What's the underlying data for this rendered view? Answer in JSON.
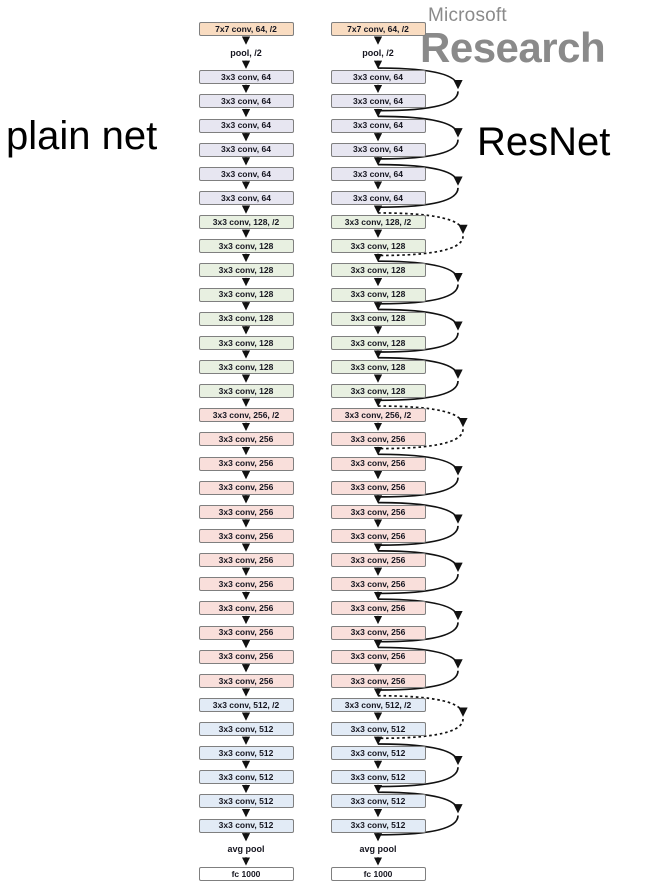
{
  "labels": {
    "plain": "plain net",
    "resnet": "ResNet"
  },
  "logo": {
    "top": "Microsoft",
    "bottom": "Research",
    "color": "#8A8A8A"
  },
  "palette": {
    "stem": "#F9DCC1",
    "conv64": "#E7E6F1",
    "conv128": "#E8F0E1",
    "conv256": "#F9DFDB",
    "conv512": "#E2EBF6",
    "fc": "#FFFFFF",
    "border": "#7F7F7F",
    "line": "#111111"
  },
  "diagram": {
    "rows": [
      {
        "kind": "box",
        "color": "stem",
        "label": "7x7 conv, 64, /2"
      },
      {
        "kind": "text",
        "label": "pool, /2"
      },
      {
        "kind": "box",
        "color": "conv64",
        "label": "3x3 conv, 64"
      },
      {
        "kind": "box",
        "color": "conv64",
        "label": "3x3 conv, 64"
      },
      {
        "kind": "box",
        "color": "conv64",
        "label": "3x3 conv, 64"
      },
      {
        "kind": "box",
        "color": "conv64",
        "label": "3x3 conv, 64"
      },
      {
        "kind": "box",
        "color": "conv64",
        "label": "3x3 conv, 64"
      },
      {
        "kind": "box",
        "color": "conv64",
        "label": "3x3 conv, 64"
      },
      {
        "kind": "box",
        "color": "conv128",
        "label": "3x3 conv, 128, /2"
      },
      {
        "kind": "box",
        "color": "conv128",
        "label": "3x3 conv, 128"
      },
      {
        "kind": "box",
        "color": "conv128",
        "label": "3x3 conv, 128"
      },
      {
        "kind": "box",
        "color": "conv128",
        "label": "3x3 conv, 128"
      },
      {
        "kind": "box",
        "color": "conv128",
        "label": "3x3 conv, 128"
      },
      {
        "kind": "box",
        "color": "conv128",
        "label": "3x3 conv, 128"
      },
      {
        "kind": "box",
        "color": "conv128",
        "label": "3x3 conv, 128"
      },
      {
        "kind": "box",
        "color": "conv128",
        "label": "3x3 conv, 128"
      },
      {
        "kind": "box",
        "color": "conv256",
        "label": "3x3 conv, 256, /2"
      },
      {
        "kind": "box",
        "color": "conv256",
        "label": "3x3 conv, 256"
      },
      {
        "kind": "box",
        "color": "conv256",
        "label": "3x3 conv, 256"
      },
      {
        "kind": "box",
        "color": "conv256",
        "label": "3x3 conv, 256"
      },
      {
        "kind": "box",
        "color": "conv256",
        "label": "3x3 conv, 256"
      },
      {
        "kind": "box",
        "color": "conv256",
        "label": "3x3 conv, 256"
      },
      {
        "kind": "box",
        "color": "conv256",
        "label": "3x3 conv, 256"
      },
      {
        "kind": "box",
        "color": "conv256",
        "label": "3x3 conv, 256"
      },
      {
        "kind": "box",
        "color": "conv256",
        "label": "3x3 conv, 256"
      },
      {
        "kind": "box",
        "color": "conv256",
        "label": "3x3 conv, 256"
      },
      {
        "kind": "box",
        "color": "conv256",
        "label": "3x3 conv, 256"
      },
      {
        "kind": "box",
        "color": "conv256",
        "label": "3x3 conv, 256"
      },
      {
        "kind": "box",
        "color": "conv512",
        "label": "3x3 conv, 512, /2"
      },
      {
        "kind": "box",
        "color": "conv512",
        "label": "3x3 conv, 512"
      },
      {
        "kind": "box",
        "color": "conv512",
        "label": "3x3 conv, 512"
      },
      {
        "kind": "box",
        "color": "conv512",
        "label": "3x3 conv, 512"
      },
      {
        "kind": "box",
        "color": "conv512",
        "label": "3x3 conv, 512"
      },
      {
        "kind": "box",
        "color": "conv512",
        "label": "3x3 conv, 512"
      },
      {
        "kind": "text",
        "label": "avg pool"
      },
      {
        "kind": "box",
        "color": "fc",
        "label": "fc 1000"
      }
    ],
    "skips": [
      {
        "from": 2,
        "to": 3,
        "style": "solid"
      },
      {
        "from": 4,
        "to": 5,
        "style": "solid"
      },
      {
        "from": 6,
        "to": 7,
        "style": "solid"
      },
      {
        "from": 8,
        "to": 9,
        "style": "dashed"
      },
      {
        "from": 10,
        "to": 11,
        "style": "solid"
      },
      {
        "from": 12,
        "to": 13,
        "style": "solid"
      },
      {
        "from": 14,
        "to": 15,
        "style": "solid"
      },
      {
        "from": 16,
        "to": 17,
        "style": "dashed"
      },
      {
        "from": 18,
        "to": 19,
        "style": "solid"
      },
      {
        "from": 20,
        "to": 21,
        "style": "solid"
      },
      {
        "from": 22,
        "to": 23,
        "style": "solid"
      },
      {
        "from": 24,
        "to": 25,
        "style": "solid"
      },
      {
        "from": 26,
        "to": 27,
        "style": "solid"
      },
      {
        "from": 28,
        "to": 29,
        "style": "dashed"
      },
      {
        "from": 30,
        "to": 31,
        "style": "solid"
      },
      {
        "from": 32,
        "to": 33,
        "style": "solid"
      }
    ]
  }
}
